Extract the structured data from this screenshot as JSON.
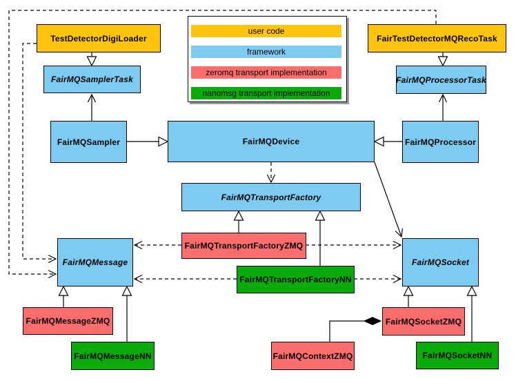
{
  "colors": {
    "user_code": "#FFC40D",
    "framework": "#7DCBF0",
    "zeromq": "#FA6D6D",
    "nanomsg": "#0CAB0C",
    "line": "#000000",
    "background": "#FFFFFF"
  },
  "legend": {
    "items": [
      {
        "label": "user code",
        "color": "#FFC40D"
      },
      {
        "label": "framework",
        "color": "#7DCBF0"
      },
      {
        "label": "zeromq transport implementation",
        "color": "#FA6D6D"
      },
      {
        "label": "nanomsg transport implementation",
        "color": "#0CAB0C"
      }
    ]
  },
  "nodes": {
    "test_detector_digi_loader": {
      "label": "TestDetectorDigiLoader",
      "category": "user code",
      "abstract": false
    },
    "fair_test_detector_mq_reco_task": {
      "label": "FairTestDetectorMQRecoTask",
      "category": "user code",
      "abstract": false
    },
    "fairmq_sampler_task": {
      "label": "FairMQSamplerTask",
      "category": "framework",
      "abstract": true
    },
    "fairmq_processor_task": {
      "label": "FairMQProcessorTask",
      "category": "framework",
      "abstract": true
    },
    "fairmq_sampler": {
      "label": "FairMQSampler",
      "category": "framework",
      "abstract": false
    },
    "fairmq_device": {
      "label": "FairMQDevice",
      "category": "framework",
      "abstract": false
    },
    "fairmq_processor": {
      "label": "FairMQProcessor",
      "category": "framework",
      "abstract": false
    },
    "fairmq_transport_factory": {
      "label": "FairMQTransportFactory",
      "category": "framework",
      "abstract": true
    },
    "fairmq_transport_factory_zmq": {
      "label": "FairMQTransportFactoryZMQ",
      "category": "zeromq transport implementation",
      "abstract": false
    },
    "fairmq_transport_factory_nn": {
      "label": "FairMQTransportFactoryNN",
      "category": "nanomsg transport implementation",
      "abstract": false
    },
    "fairmq_message": {
      "label": "FairMQMessage",
      "category": "framework",
      "abstract": true
    },
    "fairmq_socket": {
      "label": "FairMQSocket",
      "category": "framework",
      "abstract": true
    },
    "fairmq_message_zmq": {
      "label": "FairMQMessageZMQ",
      "category": "zeromq transport implementation",
      "abstract": false
    },
    "fairmq_message_nn": {
      "label": "FairMQMessageNN",
      "category": "nanomsg transport implementation",
      "abstract": false
    },
    "fairmq_context_zmq": {
      "label": "FairMQContextZMQ",
      "category": "zeromq transport implementation",
      "abstract": false
    },
    "fairmq_socket_zmq": {
      "label": "FairMQSocketZMQ",
      "category": "zeromq transport implementation",
      "abstract": false
    },
    "fairmq_socket_nn": {
      "label": "FairMQSocketNN",
      "category": "nanomsg transport implementation",
      "abstract": false
    }
  },
  "relations": [
    {
      "from": "TestDetectorDigiLoader",
      "to": "FairMQSamplerTask",
      "type": "generalization",
      "line": "solid"
    },
    {
      "from": "FairTestDetectorMQRecoTask",
      "to": "FairMQProcessorTask",
      "type": "generalization",
      "line": "solid"
    },
    {
      "from": "FairMQSampler",
      "to": "FairMQSamplerTask",
      "type": "arrow",
      "line": "solid"
    },
    {
      "from": "FairMQProcessor",
      "to": "FairMQProcessorTask",
      "type": "arrow",
      "line": "solid"
    },
    {
      "from": "FairMQSampler",
      "to": "FairMQDevice",
      "type": "generalization",
      "line": "solid"
    },
    {
      "from": "FairMQProcessor",
      "to": "FairMQDevice",
      "type": "generalization",
      "line": "solid"
    },
    {
      "from": "FairMQDevice",
      "to": "FairMQTransportFactory",
      "type": "dependency",
      "line": "dashed"
    },
    {
      "from": "FairMQDevice",
      "to": "FairMQSocket",
      "type": "arrow",
      "line": "solid"
    },
    {
      "from": "FairMQTransportFactoryZMQ",
      "to": "FairMQTransportFactory",
      "type": "generalization",
      "line": "solid"
    },
    {
      "from": "FairMQTransportFactoryNN",
      "to": "FairMQTransportFactory",
      "type": "generalization",
      "line": "solid"
    },
    {
      "from": "FairMQTransportFactoryZMQ",
      "to": "FairMQMessage",
      "type": "dependency",
      "line": "dashed"
    },
    {
      "from": "FairMQTransportFactoryZMQ",
      "to": "FairMQSocket",
      "type": "dependency",
      "line": "dashed"
    },
    {
      "from": "FairMQTransportFactoryNN",
      "to": "FairMQMessage",
      "type": "dependency",
      "line": "dashed"
    },
    {
      "from": "FairMQTransportFactoryNN",
      "to": "FairMQSocket",
      "type": "dependency",
      "line": "dashed"
    },
    {
      "from": "TestDetectorDigiLoader",
      "to": "FairMQMessage",
      "type": "dependency",
      "line": "dashed"
    },
    {
      "from": "FairTestDetectorMQRecoTask",
      "to": "FairMQMessage",
      "type": "dependency",
      "line": "dashed"
    },
    {
      "from": "FairMQMessageZMQ",
      "to": "FairMQMessage",
      "type": "generalization",
      "line": "solid"
    },
    {
      "from": "FairMQMessageNN",
      "to": "FairMQMessage",
      "type": "generalization",
      "line": "solid"
    },
    {
      "from": "FairMQSocketZMQ",
      "to": "FairMQSocket",
      "type": "generalization",
      "line": "solid"
    },
    {
      "from": "FairMQSocketNN",
      "to": "FairMQSocket",
      "type": "generalization",
      "line": "solid"
    },
    {
      "from": "FairMQContextZMQ",
      "to": "FairMQSocketZMQ",
      "type": "composition",
      "line": "solid"
    }
  ]
}
